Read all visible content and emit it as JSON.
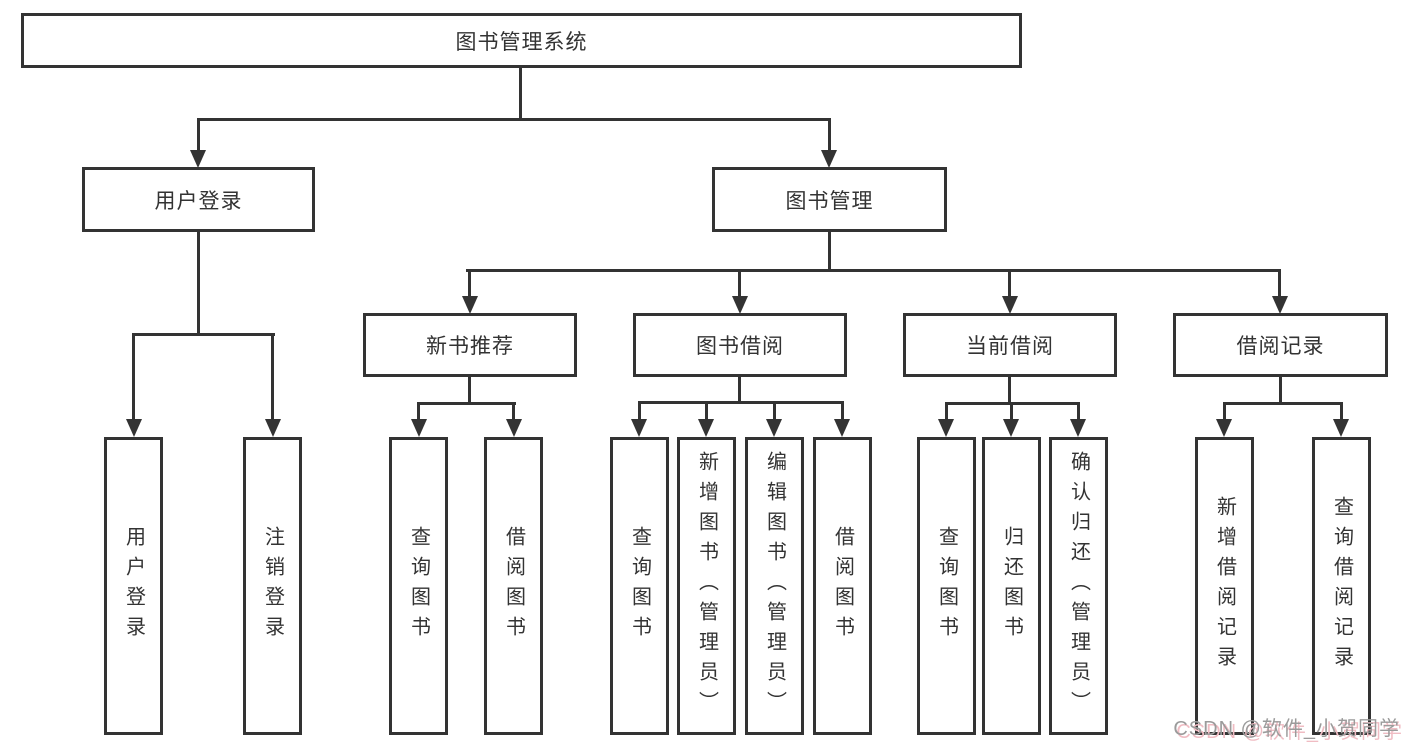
{
  "colors": {
    "line": "#333333",
    "node_border": "#333333",
    "node_text": "#333333",
    "background": "#ffffff",
    "watermark_gray": "#9b9b9b",
    "watermark_pink": "#f0bcc3"
  },
  "diagram": {
    "root": {
      "label": "图书管理系统"
    },
    "level2": {
      "user_login": {
        "label": "用户登录"
      },
      "book_mgmt": {
        "label": "图书管理"
      }
    },
    "level3": {
      "new_book_rec": {
        "label": "新书推荐"
      },
      "book_borrow": {
        "label": "图书借阅"
      },
      "current_borrow": {
        "label": "当前借阅"
      },
      "borrow_records": {
        "label": "借阅记录"
      }
    },
    "leaves": {
      "user_login_login": {
        "label": "用户登录"
      },
      "user_login_logout": {
        "label": "注销登录"
      },
      "new_book_rec_query": {
        "label": "查询图书"
      },
      "new_book_rec_borrow": {
        "label": "借阅图书"
      },
      "book_borrow_query": {
        "label": "查询图书"
      },
      "book_borrow_add": {
        "label": "新增图书（管理员）"
      },
      "book_borrow_edit": {
        "label": "编辑图书（管理员）"
      },
      "book_borrow_borrow": {
        "label": "借阅图书"
      },
      "current_borrow_query": {
        "label": "查询图书"
      },
      "current_borrow_return": {
        "label": "归还图书"
      },
      "current_borrow_confirm": {
        "label": "确认归还（管理员）"
      },
      "borrow_records_add": {
        "label": "新增借阅记录"
      },
      "borrow_records_query": {
        "label": "查询借阅记录"
      }
    }
  },
  "watermark": {
    "text": "CSDN @软件_小贺同学"
  }
}
